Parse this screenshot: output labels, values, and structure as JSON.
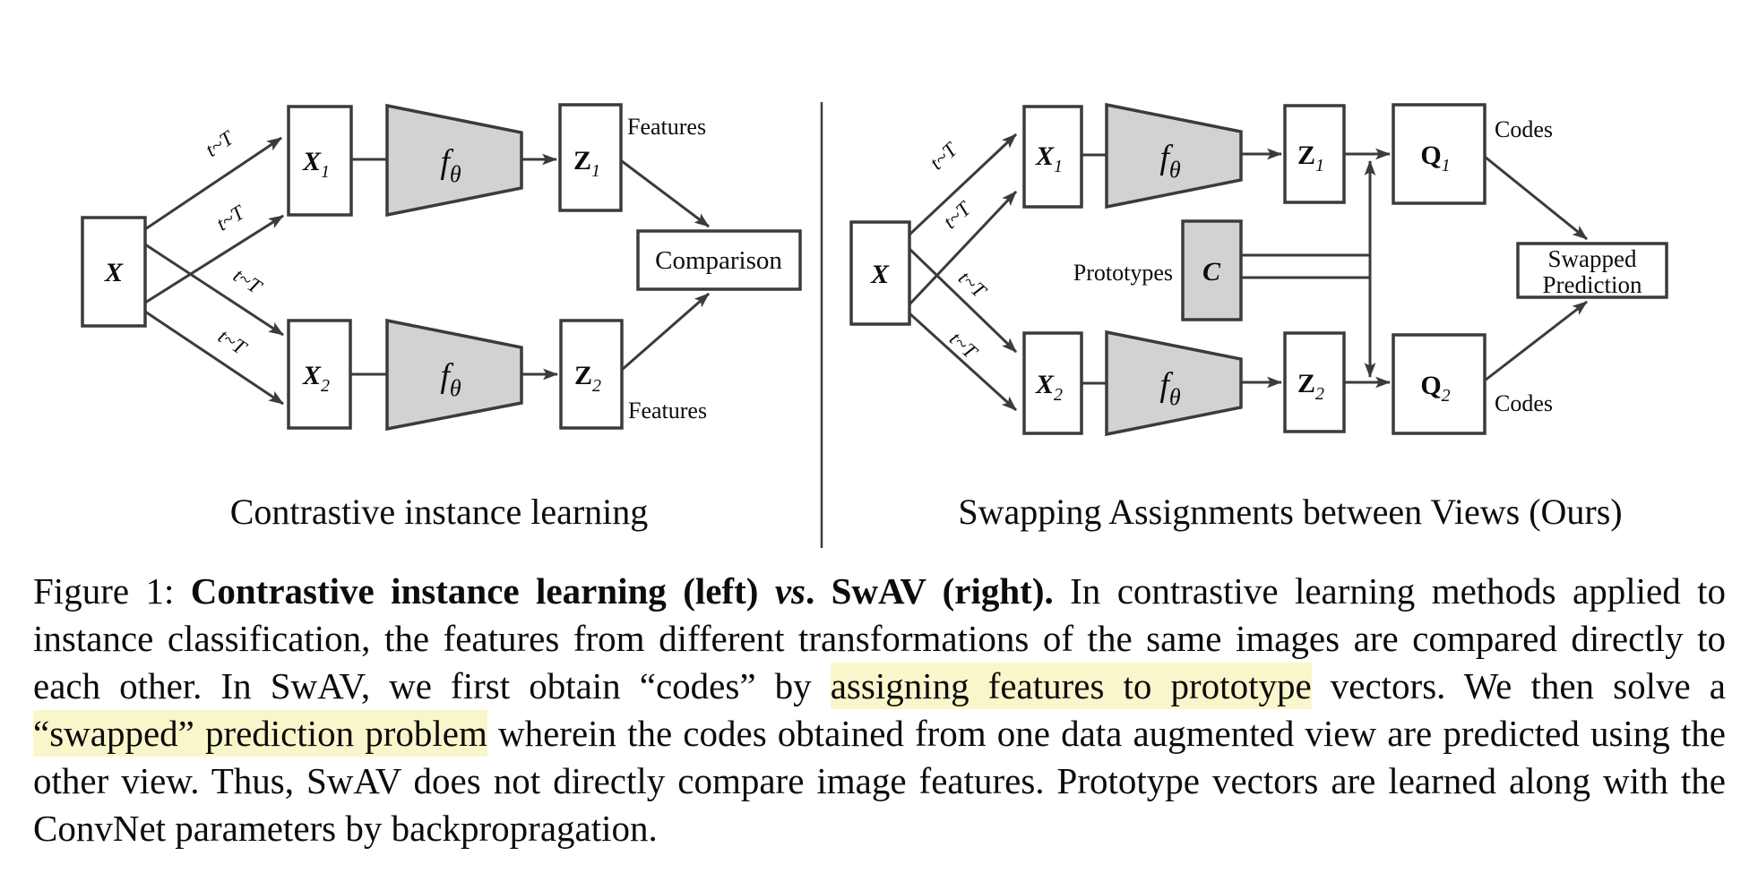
{
  "figure": {
    "left": {
      "caption": "Contrastive instance learning",
      "input": "X",
      "aug": "t~T",
      "view1_main": "X",
      "view1_sub": "1",
      "view2_main": "X",
      "view2_sub": "2",
      "encoder_main": "f",
      "encoder_sub": "θ",
      "feat1_main": "Z",
      "feat1_sub": "1",
      "feat2_main": "Z",
      "feat2_sub": "2",
      "features_top": "Features",
      "features_bottom": "Features",
      "comparison": "Comparison"
    },
    "right": {
      "caption": "Swapping Assignments between Views (Ours)",
      "input": "X",
      "aug": "t~T",
      "view1_main": "X",
      "view1_sub": "1",
      "view2_main": "X",
      "view2_sub": "2",
      "encoder_main": "f",
      "encoder_sub": "θ",
      "feat1_main": "Z",
      "feat1_sub": "1",
      "feat2_main": "Z",
      "feat2_sub": "2",
      "codes1_main": "Q",
      "codes1_sub": "1",
      "codes2_main": "Q",
      "codes2_sub": "2",
      "prototypes": "Prototypes",
      "c_label": "C",
      "codes_top": "Codes",
      "codes_bottom": "Codes",
      "swapped_line1": "Swapped",
      "swapped_line2": "Prediction"
    }
  },
  "caption": {
    "prefix": "Figure 1: ",
    "bold1": "Contrastive instance learning (left) ",
    "bold_italic": "vs",
    "bold2": ". SwAV (right).",
    "body1": " In contrastive learning methods applied to instance classification, the features from different transformations of the same images are compared directly to each other. In SwAV, we first obtain “codes” by ",
    "highlight1": "assigning features to prototype",
    "body2": " vectors. We then solve a ",
    "highlight2": "“swapped” prediction problem",
    "body3": " wherein the codes obtained from one data augmented view are predicted using the other view. Thus, SwAV does not directly compare image features. Prototype vectors are learned along with the ConvNet parameters by backpropragation."
  },
  "colors": {
    "highlight": "#faf6cc",
    "shape_fill_gray": "#d4d2d1",
    "stroke": "#3b3b3b"
  }
}
